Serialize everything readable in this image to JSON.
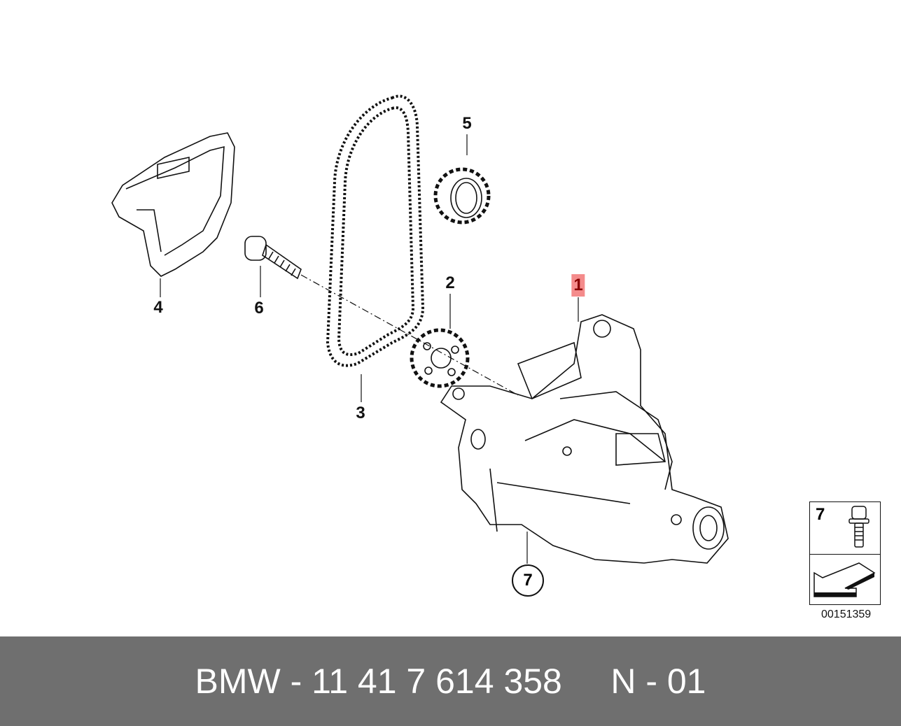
{
  "callouts": {
    "p1": "1",
    "p2": "2",
    "p3": "3",
    "p4": "4",
    "p5": "5",
    "p6": "6",
    "p7": "7"
  },
  "highlight_color": "#f48b8b",
  "legend": {
    "number": "7"
  },
  "document_number": "00151359",
  "footer": {
    "part_text": "BMW - 11 41 7 614 358     N - 01"
  }
}
